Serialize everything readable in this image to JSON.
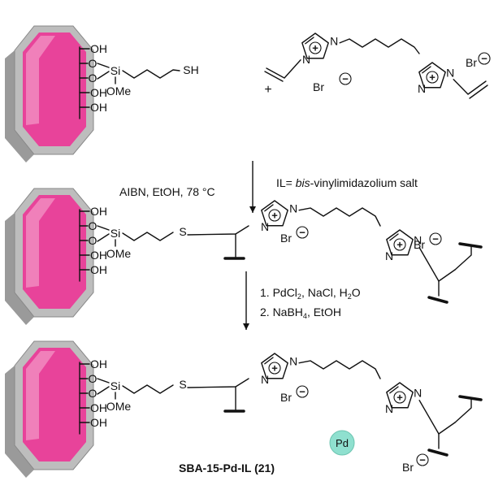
{
  "colors": {
    "particle_core": "#e8439a",
    "particle_shell": "#bdbdbd",
    "pd_fill": "#8fe0cf",
    "ink": "#111111"
  },
  "groups": {
    "OH": "OH",
    "O": "O",
    "Si": "Si",
    "OMe": "OMe",
    "SH": "SH",
    "S": "S",
    "N": "N",
    "Br": "Br",
    "plus": "+",
    "charge_plus": "+",
    "charge_minus": "−",
    "Pd": "Pd"
  },
  "ionic_liquid_label": {
    "prefix": "IL= ",
    "italic": "bis",
    "suffix": "-vinylimidazolium salt"
  },
  "step1": {
    "conditions": "AIBN, EtOH, 78 °C"
  },
  "step2": {
    "line1_a": "1. PdCl",
    "line1_sub": "2",
    "line1_b": ", NaCl, H",
    "line1_sub2": "2",
    "line1_c": "O",
    "line2_a": "2. NaBH",
    "line2_sub": "4",
    "line2_b": ", EtOH"
  },
  "product_label": "SBA-15-Pd-IL (21)"
}
